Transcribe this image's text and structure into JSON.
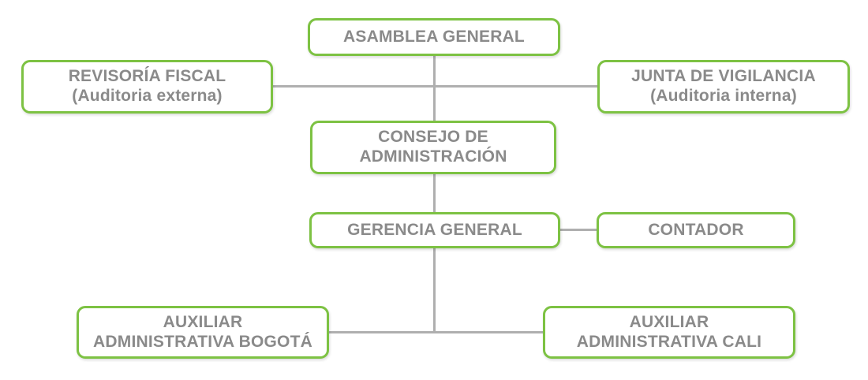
{
  "colors": {
    "box_border_green": "#7dc243",
    "box_text_gray": "#8a8a8a",
    "connector_gray": "#afafaf",
    "background": "#ffffff"
  },
  "nodes": [
    {
      "id": "asamblea-general",
      "lines": [
        "ASAMBLEA GENERAL"
      ]
    },
    {
      "id": "revisoria-fiscal",
      "lines": [
        "REVISORÍA FISCAL",
        "(Auditoria externa)"
      ]
    },
    {
      "id": "junta-de-vigilancia",
      "lines": [
        "JUNTA DE VIGILANCIA",
        "(Auditoria interna)"
      ]
    },
    {
      "id": "consejo-de-administracion",
      "lines": [
        "CONSEJO DE",
        "ADMINISTRACIÓN"
      ]
    },
    {
      "id": "gerencia-general",
      "lines": [
        "GERENCIA GENERAL"
      ]
    },
    {
      "id": "contador",
      "lines": [
        "CONTADOR"
      ]
    },
    {
      "id": "auxiliar-administrativa-bogota",
      "lines": [
        "AUXILIAR",
        "ADMINISTRATIVA BOGOTÁ"
      ]
    },
    {
      "id": "auxiliar-administrativa-cali",
      "lines": [
        "AUXILIAR",
        "ADMINISTRATIVA CALI"
      ]
    }
  ],
  "edges": [
    {
      "from": "asamblea-general",
      "to": "consejo-de-administracion",
      "style": "vertical"
    },
    {
      "from": "revisoria-fiscal",
      "to": "trunk-asamblea-consejo",
      "style": "horizontal"
    },
    {
      "from": "junta-de-vigilancia",
      "to": "trunk-asamblea-consejo",
      "style": "horizontal"
    },
    {
      "from": "consejo-de-administracion",
      "to": "gerencia-general",
      "style": "vertical"
    },
    {
      "from": "gerencia-general",
      "to": "contador",
      "style": "horizontal"
    },
    {
      "from": "gerencia-general",
      "to": "auxiliar-administrativa-bogota",
      "style": "elbow"
    },
    {
      "from": "gerencia-general",
      "to": "auxiliar-administrativa-cali",
      "style": "elbow"
    }
  ]
}
